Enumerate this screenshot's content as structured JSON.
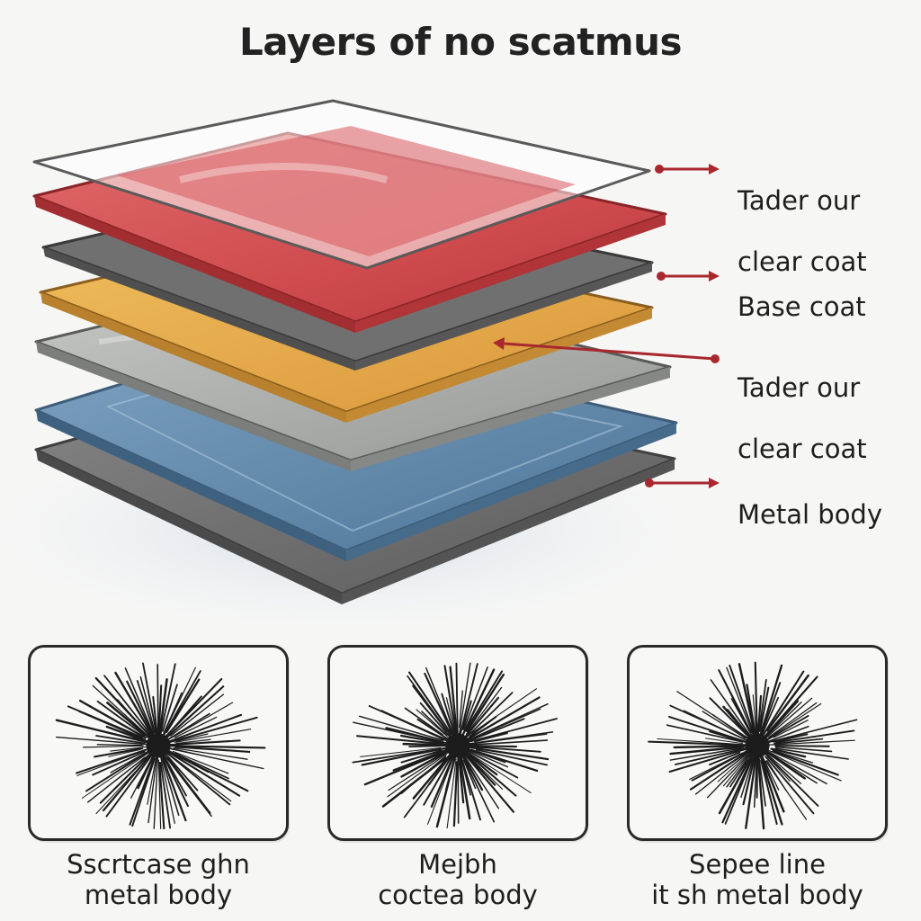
{
  "title": "Layers of no scatmus",
  "layers": [
    {
      "name": "clear-coat-layer",
      "color": "#ececec"
    },
    {
      "name": "red-paint-layer",
      "color": "#cf4b4e"
    },
    {
      "name": "dark-gray-layer",
      "color": "#6b6b6b"
    },
    {
      "name": "orange-primer-layer",
      "color": "#e4a646"
    },
    {
      "name": "light-gray-layer",
      "color": "#a8aaa8"
    },
    {
      "name": "blue-layer",
      "color": "#5f86a8"
    },
    {
      "name": "metal-base-layer",
      "color": "#6f6f70"
    }
  ],
  "labels": [
    {
      "line1": "Tader our",
      "line2": "clear coat"
    },
    {
      "line1": "Base coat",
      "line2": ""
    },
    {
      "line1": "Tader our",
      "line2": "clear coat"
    },
    {
      "line1": "Metal body",
      "line2": ""
    }
  ],
  "arrow_color": "#a8282e",
  "panels": [
    {
      "caption_line1": "Sscrtcase ghn",
      "caption_line2": "metal body"
    },
    {
      "caption_line1": "Mejbh",
      "caption_line2": "coctea body"
    },
    {
      "caption_line1": "Sepee line",
      "caption_line2": "it sh metal body"
    }
  ]
}
